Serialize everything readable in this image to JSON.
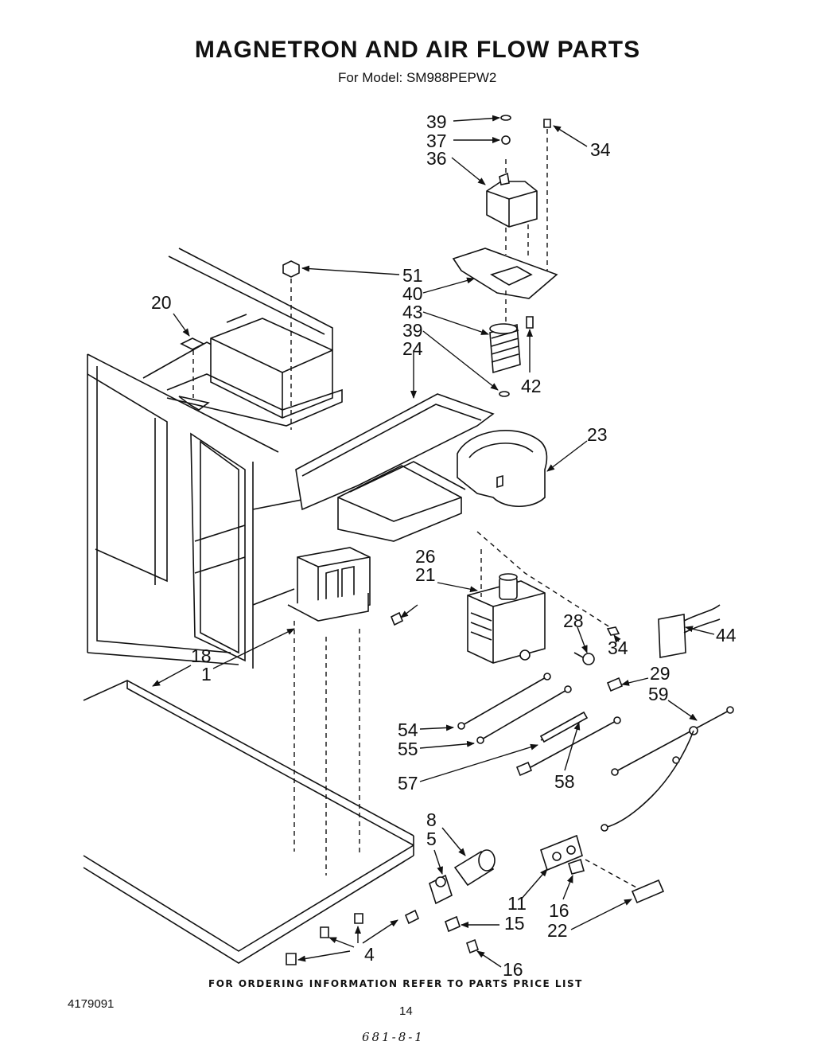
{
  "header": {
    "title": "MAGNETRON AND AIR FLOW PARTS",
    "subtitle": "For Model: SM988PEPW2"
  },
  "footer": {
    "ordering_note": "FOR ORDERING INFORMATION REFER TO PARTS PRICE LIST",
    "doc_number": "4179091",
    "page_number": "14",
    "handwritten_mark": "681-8-1"
  },
  "callouts": {
    "p39a": "39",
    "p37": "37",
    "p36": "36",
    "p34a": "34",
    "p51": "51",
    "p40": "40",
    "p43": "43",
    "p39b": "39",
    "p24": "24",
    "p42": "42",
    "p20": "20",
    "p23": "23",
    "p26": "26",
    "p21": "21",
    "p28": "28",
    "p34b": "34",
    "p44": "44",
    "p18": "18",
    "p1": "1",
    "p29": "29",
    "p59": "59",
    "p54": "54",
    "p55": "55",
    "p57": "57",
    "p58": "58",
    "p8": "8",
    "p5": "5",
    "p11": "11",
    "p16a": "16",
    "p22": "22",
    "p15": "15",
    "p4": "4",
    "p16b": "16"
  }
}
